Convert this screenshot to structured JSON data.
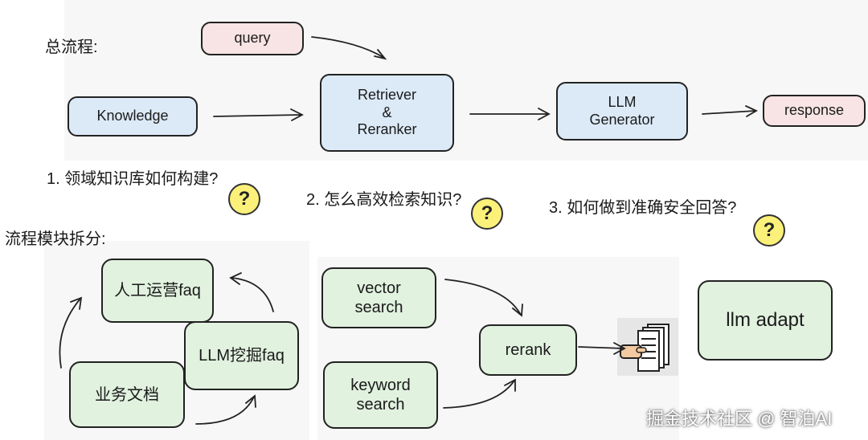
{
  "labels": {
    "overall": "总流程:",
    "q1": "1. 领域知识库如何构建?",
    "q2": "2. 怎么高效检索知识?",
    "q3": "3. 如何做到准确安全回答?",
    "modules": "流程模块拆分:"
  },
  "top_flow": {
    "query": "query",
    "knowledge": "Knowledge",
    "retriever_l1": "Retriever",
    "retriever_l2": "&",
    "retriever_l3": "Reranker",
    "llm_l1": "LLM",
    "llm_l2": "Generator",
    "response": "response"
  },
  "module_build": {
    "manual_faq": "人工运营faq",
    "llm_faq": "LLM挖掘faq",
    "business_docs": "业务文档"
  },
  "module_retrieve": {
    "vector_l1": "vector",
    "vector_l2": "search",
    "keyword_l1": "keyword",
    "keyword_l2": "search",
    "rerank": "rerank"
  },
  "module_answer": {
    "llm_adapt": "llm adapt"
  },
  "qmark": "?",
  "watermark": "掘金技术社区 @ 智泊AI",
  "colors": {
    "pink": "#f8e4e4",
    "blue": "#dceaf7",
    "green": "#e1f2df",
    "question_mark_bg": "#fbf07a"
  },
  "icons": [
    "hand-pointing-document-icon",
    "question-mark-icon"
  ]
}
